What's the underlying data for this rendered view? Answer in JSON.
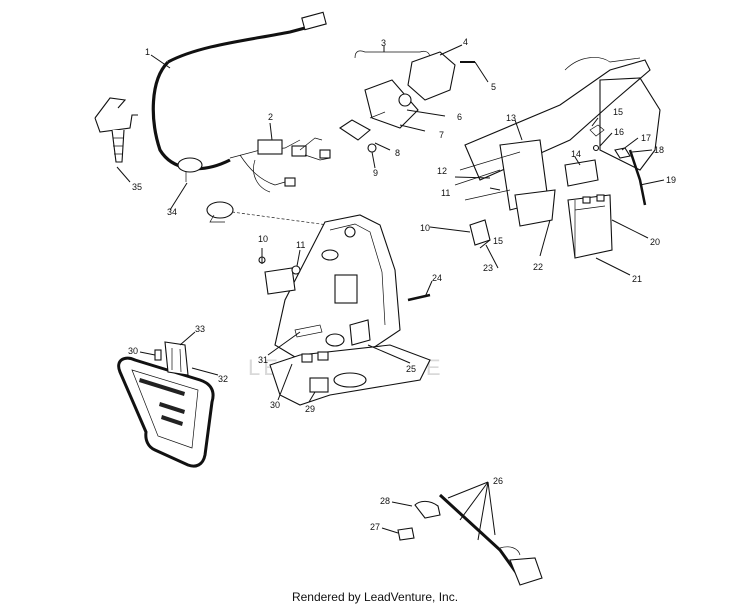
{
  "diagram": {
    "watermark": "LEADVENTURE",
    "callouts": [
      "1",
      "2",
      "3",
      "4",
      "5",
      "6",
      "7",
      "8",
      "9",
      "10",
      "11",
      "12",
      "13",
      "14",
      "15",
      "16",
      "17",
      "18",
      "19",
      "20",
      "21",
      "22",
      "23",
      "24",
      "25",
      "26",
      "27",
      "28",
      "29",
      "30",
      "31",
      "32",
      "33",
      "34",
      "35",
      "10",
      "11",
      "15",
      "30"
    ]
  },
  "footer": {
    "text": "Rendered by LeadVenture, Inc."
  }
}
